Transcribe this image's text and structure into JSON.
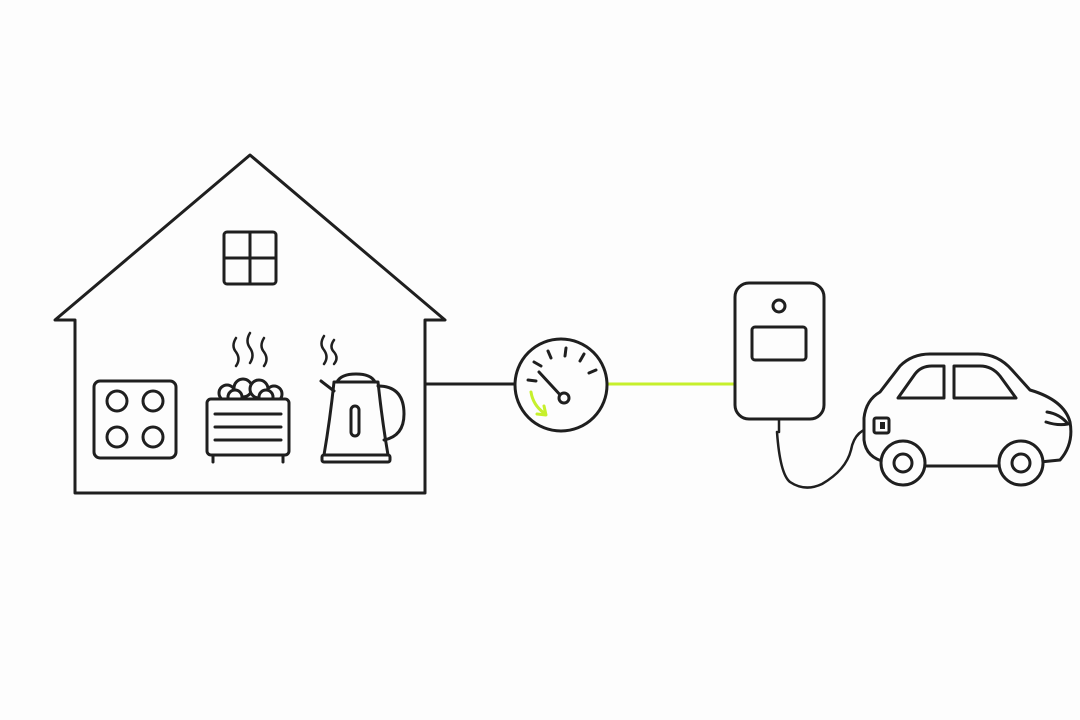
{
  "diagram": {
    "colors": {
      "background": "#fdfdfd",
      "ink": "#1f1f1f",
      "accent": "#c6f02c"
    },
    "nodes": [
      {
        "id": "house",
        "icon": "house-icon"
      },
      {
        "id": "stove",
        "icon": "cooktop-icon"
      },
      {
        "id": "sauna-heater",
        "icon": "sauna-heater-icon"
      },
      {
        "id": "kettle",
        "icon": "kettle-icon"
      },
      {
        "id": "meter",
        "icon": "power-meter-icon"
      },
      {
        "id": "charger",
        "icon": "ev-charger-icon"
      },
      {
        "id": "car",
        "icon": "electric-car-icon"
      }
    ],
    "edges": [
      {
        "from": "house",
        "to": "meter",
        "style": "ink"
      },
      {
        "from": "meter",
        "to": "charger",
        "style": "accent"
      },
      {
        "from": "charger",
        "to": "car",
        "style": "cable"
      }
    ]
  }
}
